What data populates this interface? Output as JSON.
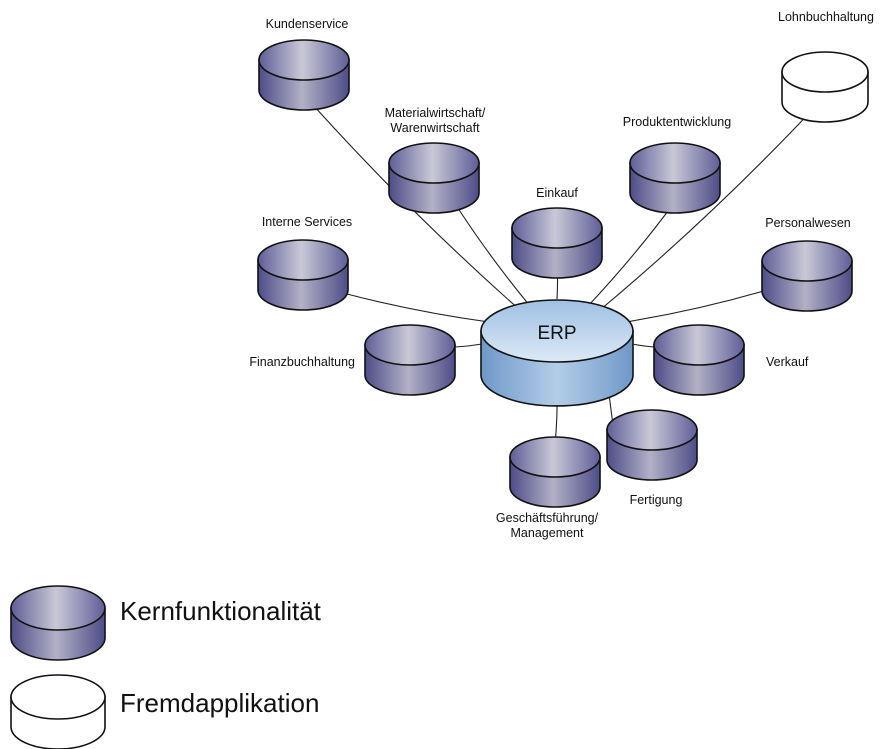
{
  "center": {
    "label": "ERP",
    "type": "hub"
  },
  "nodes": [
    {
      "id": "kundenservice",
      "label": "Kundenservice",
      "type": "core"
    },
    {
      "id": "materialwirtschaft",
      "label": "Materialwirtschaft/\nWarenwirtschaft",
      "type": "core"
    },
    {
      "id": "einkauf",
      "label": "Einkauf",
      "type": "core"
    },
    {
      "id": "produktentwicklung",
      "label": "Produktentwicklung",
      "type": "core"
    },
    {
      "id": "lohnbuchhaltung",
      "label": "Lohnbuchhaltung",
      "type": "external"
    },
    {
      "id": "interne-services",
      "label": "Interne Services",
      "type": "core"
    },
    {
      "id": "personalwesen",
      "label": "Personalwesen",
      "type": "core"
    },
    {
      "id": "finanzbuchhaltung",
      "label": "Finanzbuchhaltung",
      "type": "core"
    },
    {
      "id": "verkauf",
      "label": "Verkauf",
      "type": "core"
    },
    {
      "id": "fertigung",
      "label": "Fertigung",
      "type": "core"
    },
    {
      "id": "geschaeftsfuehrung",
      "label": "Geschäftsführung/\nManagement",
      "type": "core"
    }
  ],
  "legend": [
    {
      "type": "core",
      "label": "Kernfunktionalität"
    },
    {
      "type": "external",
      "label": "Fremdapplikation"
    }
  ],
  "colors": {
    "core_edge": "#6a6aa0",
    "core_mid": "#c4c2d2",
    "hub_top": "#c9dcef",
    "hub_side": "#7ea6d2",
    "external": "#ffffff",
    "outline": "#111111"
  }
}
